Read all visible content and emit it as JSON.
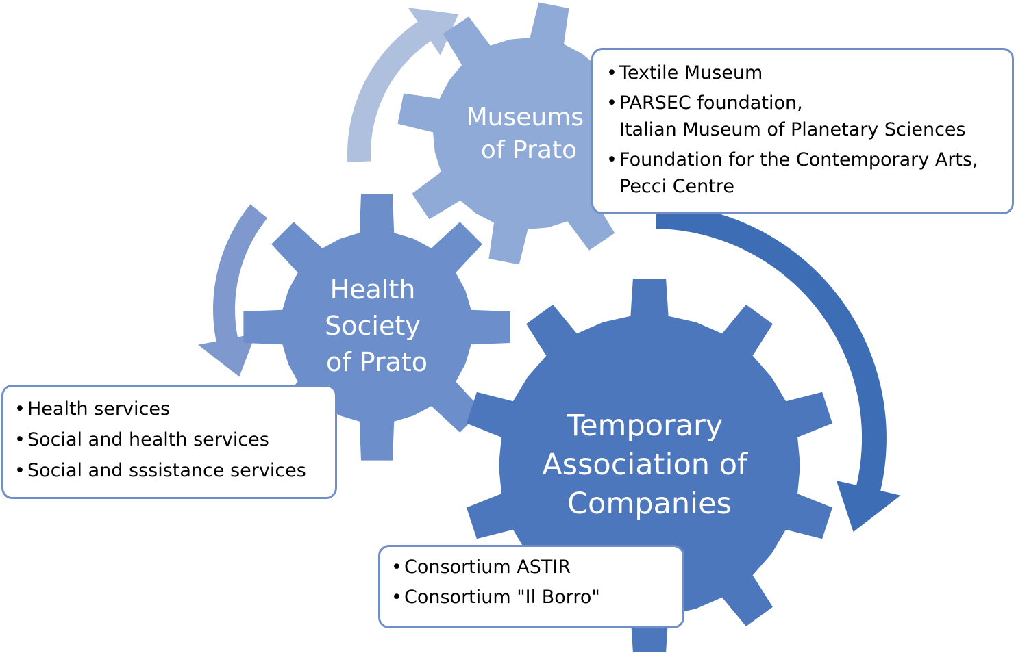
{
  "colors": {
    "gear_museums": "#8faad6",
    "gear_health": "#6c8fcb",
    "gear_temporary": "#4d77bd",
    "arrow_top": "#afc0de",
    "arrow_left": "#7f98cd",
    "arrow_right": "#3d6db5",
    "box_border": "#6f8fc6"
  },
  "gears": {
    "museums": {
      "label_lines": [
        "Museums",
        "of Prato"
      ]
    },
    "health": {
      "label_lines": [
        "Health",
        "Society",
        "of Prato"
      ]
    },
    "temporary": {
      "label_lines": [
        "Temporary",
        "Association of",
        "Companies"
      ]
    }
  },
  "boxes": {
    "museums": {
      "items": [
        {
          "lines": [
            "Textile Museum"
          ]
        },
        {
          "lines": [
            "PARSEC foundation,",
            "Italian  Museum of Planetary Sciences"
          ]
        },
        {
          "lines": [
            "Foundation for the Contemporary Arts,",
            "Pecci Centre"
          ]
        }
      ]
    },
    "health": {
      "items": [
        {
          "lines": [
            "Health services"
          ]
        },
        {
          "lines": [
            "Social and health services"
          ]
        },
        {
          "lines": [
            "Social and sssistance services"
          ]
        }
      ]
    },
    "temporary": {
      "items": [
        {
          "lines": [
            "Consortium ASTIR"
          ]
        },
        {
          "lines": [
            "Consortium \"Il Borro\""
          ]
        }
      ]
    }
  }
}
